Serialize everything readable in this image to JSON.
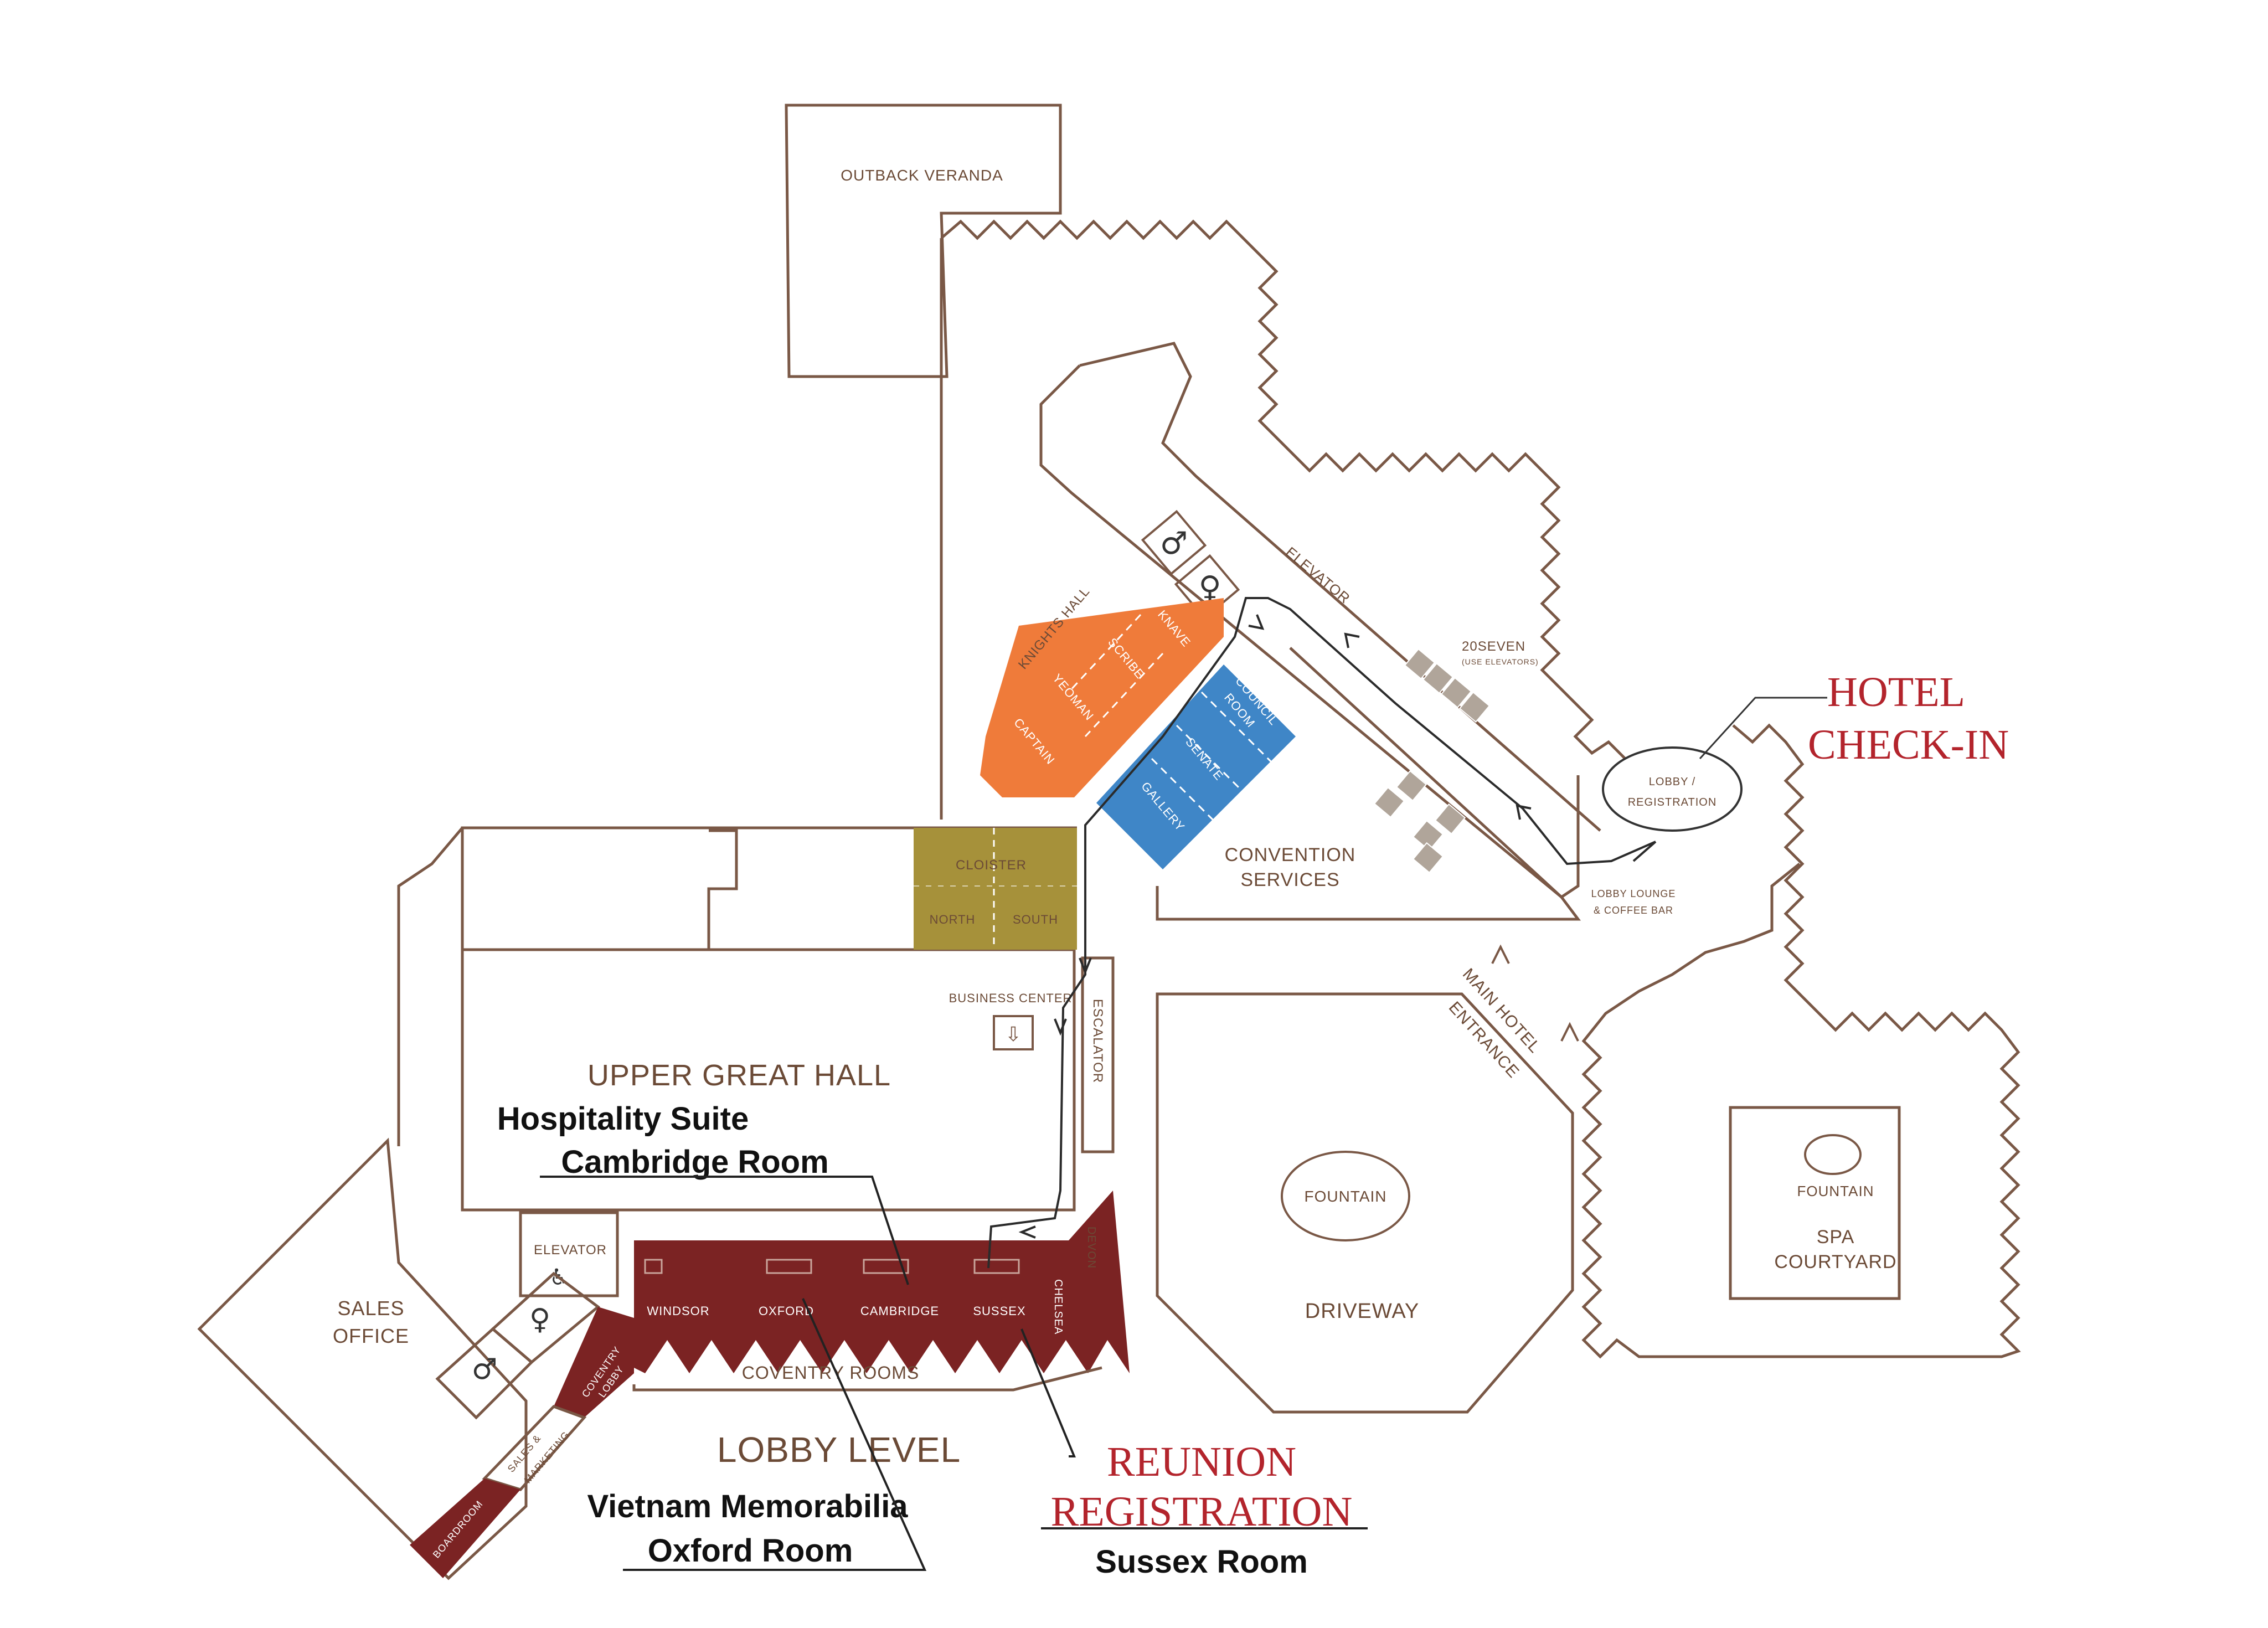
{
  "map": {
    "labels": {
      "outback": "OUTBACK VERANDA",
      "elevator_top": "ELEVATOR",
      "twenty_seven": "20SEVEN",
      "twenty_seven_note": "(USE ELEVATORS)",
      "lobby_registration_1": "LOBBY /",
      "lobby_registration_2": "REGISTRATION",
      "lobby_lounge_1": "LOBBY LOUNGE",
      "lobby_lounge_2": "& COFFEE BAR",
      "knights_hall": "KNIGHTS HALL",
      "knave": "KNAVE",
      "scribe": "SCRIBE",
      "yeoman": "YEOMAN",
      "captain": "CAPTAIN",
      "council_1": "COUNCIL",
      "council_2": "ROOM",
      "senate": "SENATE",
      "gallery": "GALLERY",
      "convention_1": "CONVENTION",
      "convention_2": "SERVICES",
      "cloister": "CLOISTER",
      "north": "NORTH",
      "south": "SOUTH",
      "business_center": "BUSINESS CENTER",
      "escalator": "ESCALATOR",
      "upper_great_hall": "UPPER GREAT HALL",
      "main_entrance_1": "MAIN HOTEL",
      "main_entrance_2": "ENTRANCE",
      "fountain_center": "FOUNTAIN",
      "driveway": "DRIVEWAY",
      "fountain_spa": "FOUNTAIN",
      "spa_1": "SPA",
      "spa_2": "COURTYARD",
      "elevator_left": "ELEVATOR",
      "sales_1": "SALES",
      "sales_2": "OFFICE",
      "windsor": "WINDSOR",
      "oxford": "OXFORD",
      "cambridge": "CAMBRIDGE",
      "sussex": "SUSSEX",
      "chelsea": "CHELSEA",
      "devon": "DEVON",
      "coventry_rooms": "COVENTRY ROOMS",
      "coventry_lobby_1": "COVENTRY",
      "coventry_lobby_2": "LOBBY",
      "sales_marketing_1": "SALES &",
      "sales_marketing_2": "MARKETING",
      "boardroom": "BOARDROOM",
      "lobby_level": "LOBBY LEVEL"
    },
    "annotations": {
      "hospitality_1": "Hospitality Suite",
      "hospitality_2": "Cambridge Room",
      "vietnam_1": "Vietnam Memorabilia",
      "vietnam_2": "Oxford Room",
      "reunion_1": "REUNION",
      "reunion_2": "REGISTRATION",
      "sussex_room": "Sussex  Room",
      "checkin_1": "HOTEL",
      "checkin_2": "CHECK-IN"
    },
    "colors": {
      "wall": "#7a5846",
      "orange_rooms": "#ef7b3a",
      "blue_rooms": "#3f86c7",
      "cloister": "#a6913a",
      "coventry": "#7b2323",
      "annotation_red": "#b3242c"
    }
  }
}
